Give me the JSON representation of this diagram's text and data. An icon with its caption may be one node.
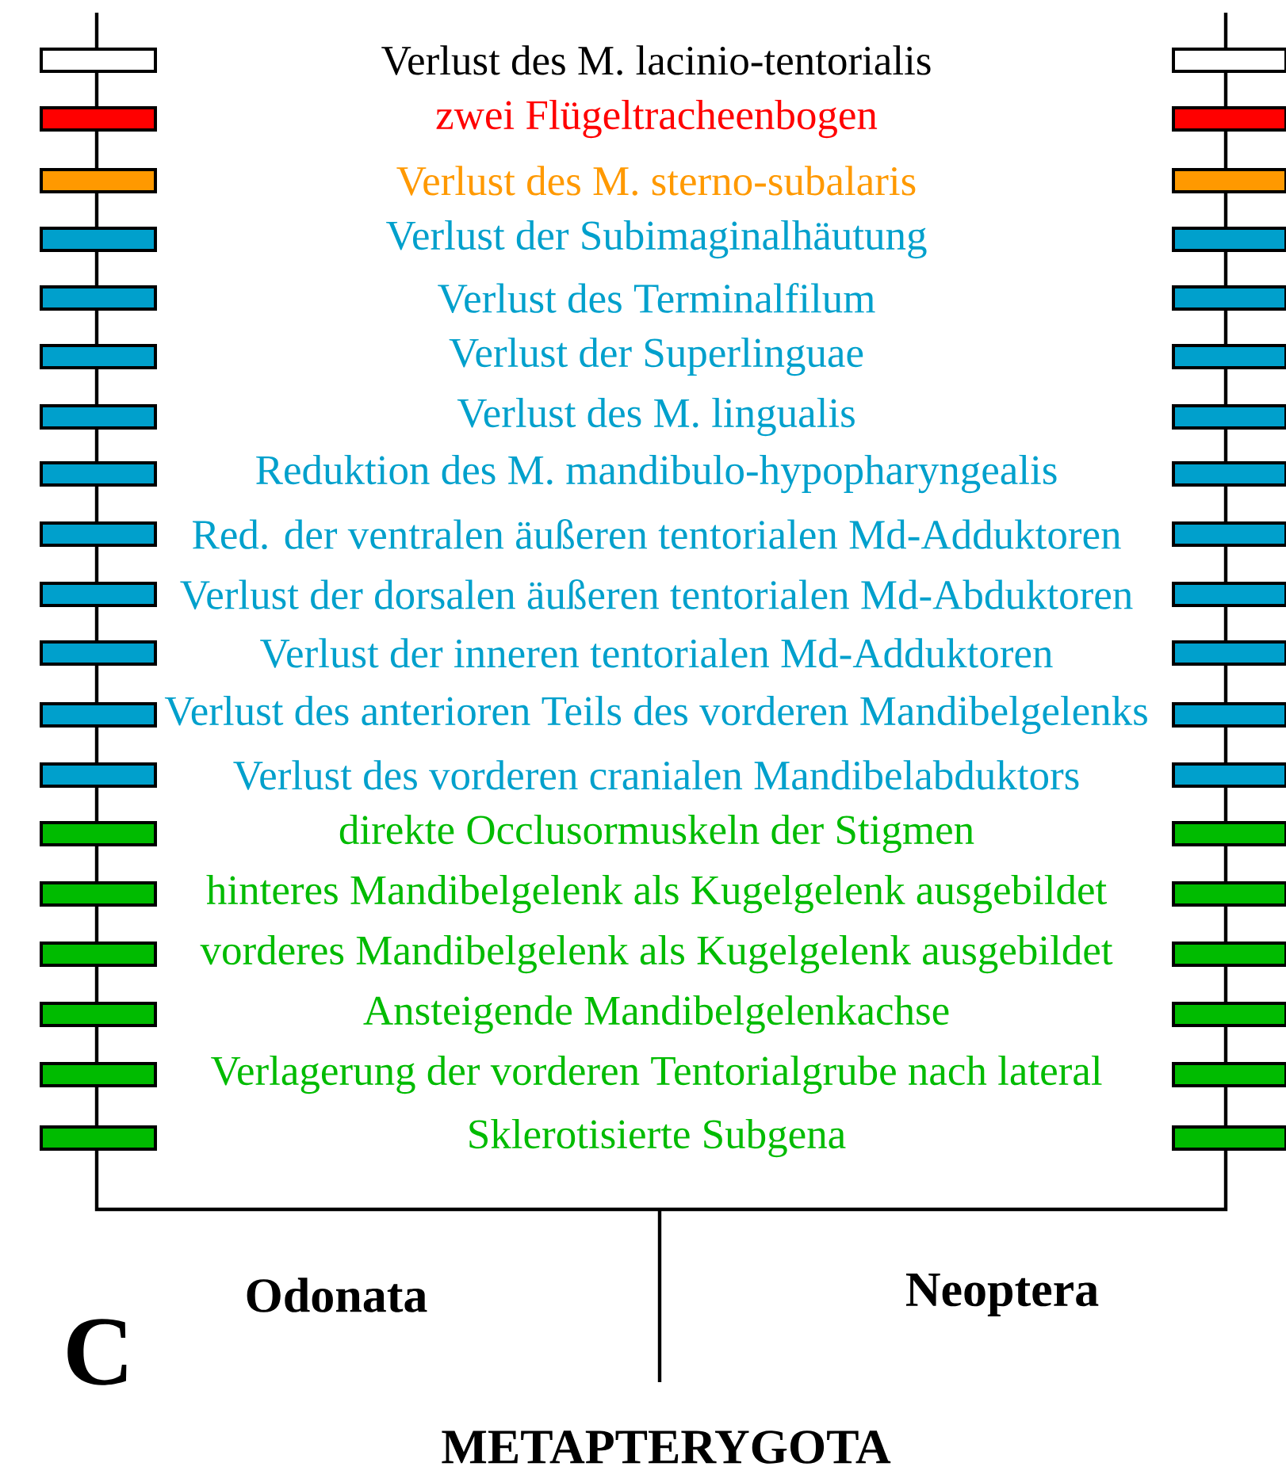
{
  "diagram": {
    "labels": [
      "Verlust des M. lacinio-tentorialis",
      "zwei Flügeltracheenbogen",
      "Verlust des M. sterno-subalaris",
      "Verlust der Subimaginalhäutung",
      "Verlust des Terminalfilum",
      "Verlust der Superlinguae",
      "Verlust des M. lingualis",
      "Reduktion des M. mandibulo-hypopharyngealis",
      "Red. der ventralen äußeren tentorialen Md-Adduktoren",
      "Verlust der dorsalen äußeren tentorialen Md-Abduktoren",
      "Verlust der inneren tentorialen Md-Adduktoren",
      "Verlust des anterioren Teils des vorderen Mandibelgelenks",
      "Verlust des vorderen cranialen Mandibelabduktors",
      "direkte Occlusormuskeln der Stigmen",
      "hinteres Mandibelgelenk als Kugelgelenk ausgebildet",
      "vorderes Mandibelgelenk als Kugelgelenk ausgebildet",
      "Ansteigende Mandibelgelenkachse",
      "Verlagerung der vorderen Tentorialgrube nach lateral",
      "Sklerotisierte Subgena",
      "Odonata",
      "Neoptera",
      "C",
      "METAPTERYGOTA"
    ]
  }
}
